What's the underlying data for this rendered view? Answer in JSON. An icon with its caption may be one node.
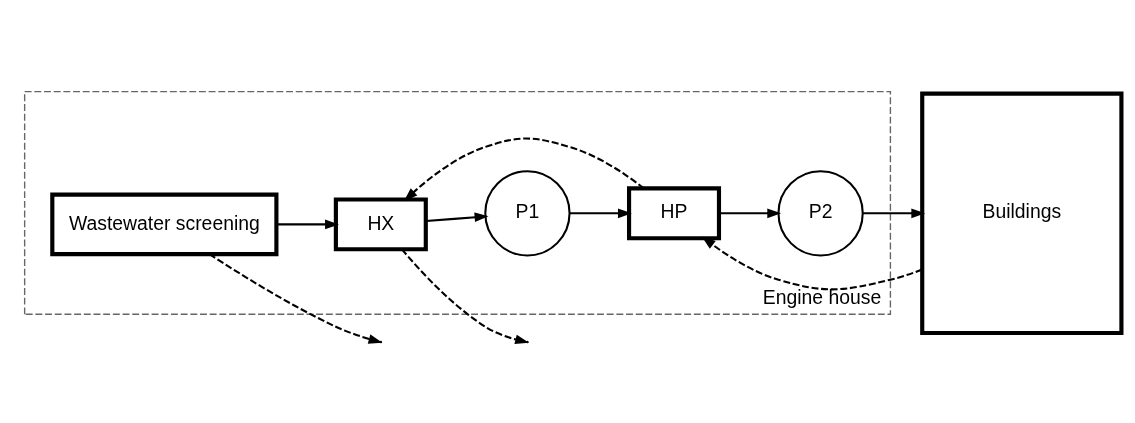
{
  "diagram": {
    "nodes": [
      {
        "text": [
          "Engine house"
        ]
      },
      {
        "text": [
          "Wastewater screening"
        ],
        "in": 0
      },
      {
        "text": [
          "HX"
        ],
        "in": 0
      },
      {
        "text": [
          "P1"
        ],
        "in": 0
      },
      {
        "text": [
          "HP"
        ],
        "in": 0
      },
      {
        "text": [
          "P2"
        ],
        "in": 0
      },
      {
        "text": [
          "Buildings"
        ]
      }
    ],
    "edges": [
      {
        "from": 1,
        "to": 2,
        "arrow": "to"
      },
      {
        "from": 2,
        "to": 3,
        "arrow": "to"
      },
      {
        "from": 3,
        "to": 4,
        "arrow": "to"
      },
      {
        "from": 4,
        "to": 5,
        "arrow": "to"
      },
      {
        "from": 5,
        "to": 6,
        "arrow": "to"
      },
      {
        "from": 6,
        "to": 4,
        "arrow": "to",
        "style": "dashed"
      },
      {
        "from": 4,
        "to": 2,
        "arrow": "to",
        "style": "dashed"
      },
      {
        "from": 1,
        "to": null,
        "arrow": "to",
        "style": "dashed"
      },
      {
        "from": 2,
        "to": null,
        "arrow": "to",
        "style": "dashed"
      }
    ]
  }
}
